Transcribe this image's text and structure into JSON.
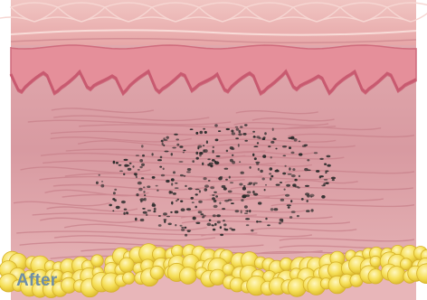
{
  "caption": "After",
  "colors": {
    "background": "#ffffff",
    "surface_scales": "#e7a8a8",
    "epidermis": "#e28d97",
    "basal_layer": "#d05e73",
    "dermis": "#dca0a6",
    "dermis_fiber": "#c77b86",
    "ink_particles": "#2a2a2a",
    "fat_cells": "#f3d84a",
    "caption": "#6f8ea6"
  },
  "layers": [
    "surface-scales",
    "epidermis",
    "basal-layer",
    "dermis",
    "ink-particles",
    "subcutaneous-fat"
  ]
}
